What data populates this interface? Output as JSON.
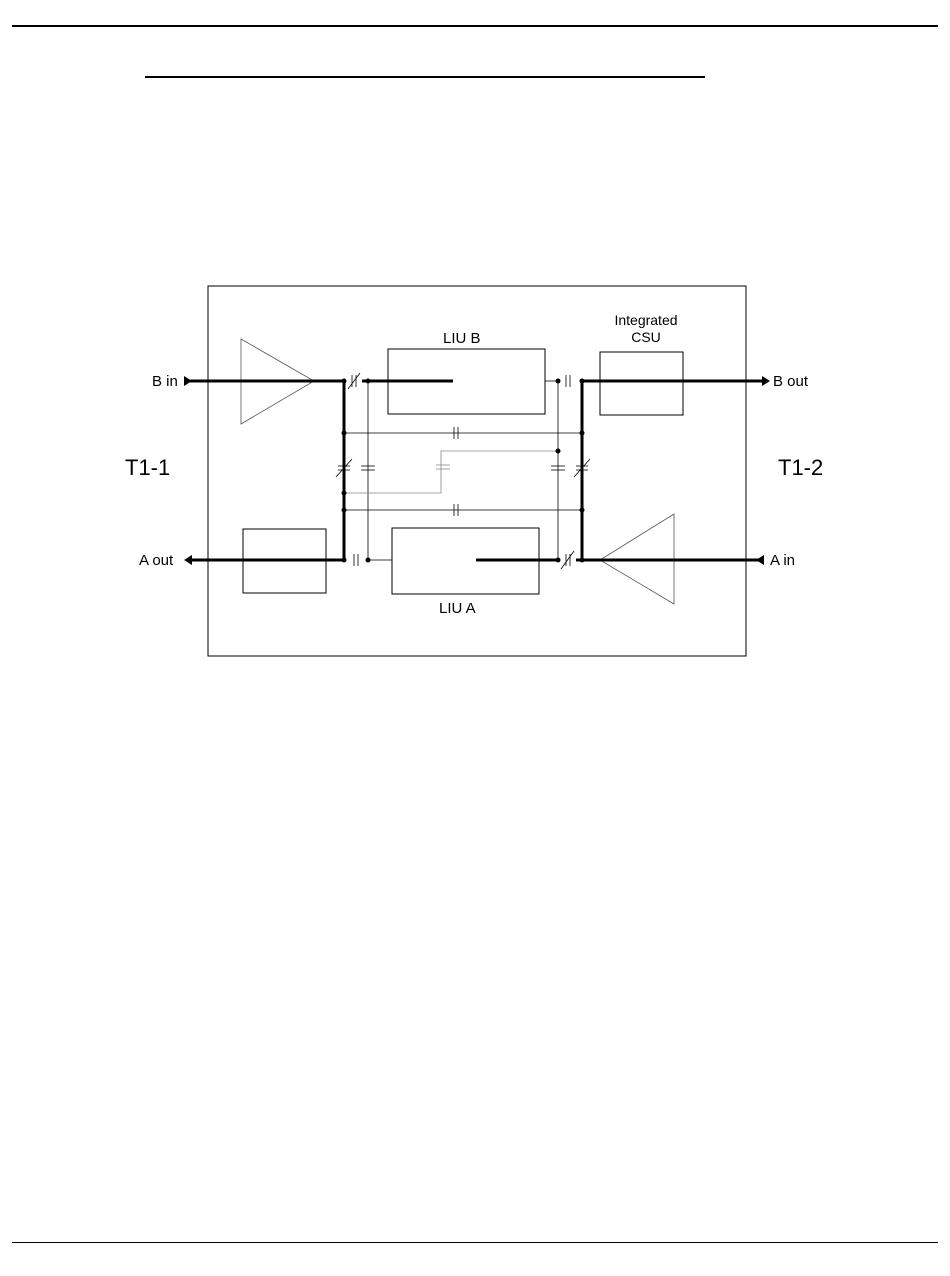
{
  "diagram": {
    "labels": {
      "b_in": "B in",
      "b_out": "B out",
      "a_out": "A out",
      "a_in": "A in",
      "t1_1": "T1-1",
      "t1_2": "T1-2",
      "liu_b": "LIU B",
      "liu_a": "LIU A",
      "csu_line1": "Integrated",
      "csu_line2": "CSU"
    },
    "colors": {
      "line": "#000000",
      "thin_gray": "#888888"
    },
    "icons": [
      "amplifier-triangle-icon",
      "relay-contact-icon",
      "arrowhead-icon"
    ]
  }
}
